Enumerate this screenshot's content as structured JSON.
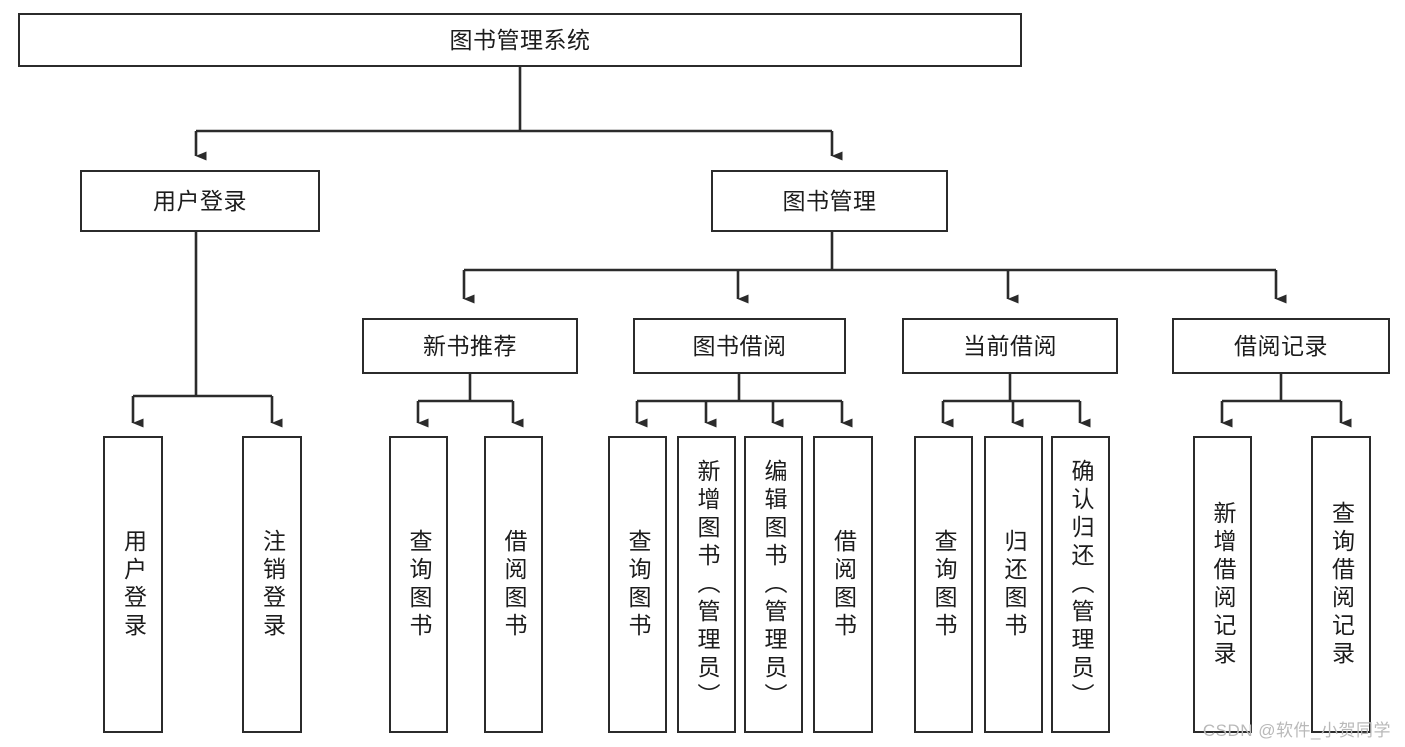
{
  "diagram": {
    "title": "图书管理系统",
    "type": "tree-hierarchy",
    "orientation": "top-down",
    "colors": {
      "box_border": "#2b2b2b",
      "box_fill": "#ffffff",
      "connector": "#2b2b2b",
      "text": "#1c1c1c",
      "watermark": "#b9b9b9",
      "background": "#ffffff"
    },
    "root": {
      "label": "图书管理系统"
    },
    "level2": [
      {
        "id": "user-login",
        "label": "用户登录"
      },
      {
        "id": "book-management",
        "label": "图书管理"
      }
    ],
    "level3": [
      {
        "id": "new-book-recommend",
        "label": "新书推荐",
        "parent": "book-management"
      },
      {
        "id": "book-borrow",
        "label": "图书借阅",
        "parent": "book-management"
      },
      {
        "id": "current-borrow",
        "label": "当前借阅",
        "parent": "book-management"
      },
      {
        "id": "borrow-record",
        "label": "借阅记录",
        "parent": "book-management"
      }
    ],
    "leaves": [
      {
        "id": "leaf-user-login",
        "label": "用户登录",
        "parent": "user-login"
      },
      {
        "id": "leaf-logout-login",
        "label": "注销登录",
        "parent": "user-login"
      },
      {
        "id": "leaf-query-book-1",
        "label": "查询图书",
        "parent": "new-book-recommend"
      },
      {
        "id": "leaf-borrow-book-1",
        "label": "借阅图书",
        "parent": "new-book-recommend"
      },
      {
        "id": "leaf-query-book-2",
        "label": "查询图书",
        "parent": "book-borrow"
      },
      {
        "id": "leaf-add-book-admin",
        "label": "新增图书（管理员）",
        "parent": "book-borrow"
      },
      {
        "id": "leaf-edit-book-admin",
        "label": "编辑图书（管理员）",
        "parent": "book-borrow"
      },
      {
        "id": "leaf-borrow-book-2",
        "label": "借阅图书",
        "parent": "book-borrow"
      },
      {
        "id": "leaf-query-book-3",
        "label": "查询图书",
        "parent": "current-borrow"
      },
      {
        "id": "leaf-return-book",
        "label": "归还图书",
        "parent": "current-borrow"
      },
      {
        "id": "leaf-confirm-return-admin",
        "label": "确认归还（管理员）",
        "parent": "current-borrow"
      },
      {
        "id": "leaf-add-borrow-record",
        "label": "新增借阅记录",
        "parent": "borrow-record"
      },
      {
        "id": "leaf-query-borrow-record",
        "label": "查询借阅记录",
        "parent": "borrow-record"
      }
    ],
    "watermark": "CSDN @软件_小贺同学"
  }
}
